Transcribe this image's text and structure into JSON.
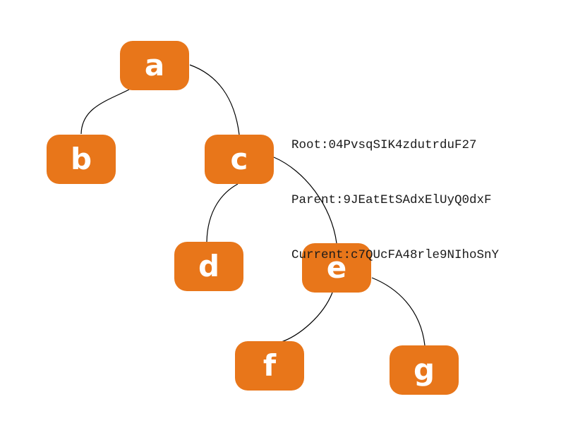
{
  "info": {
    "lines": [
      "Root:04PvsqSIK4zdutrduF27",
      "Parent:9JEatEtSAdxElUyQ0dxF",
      "Current:c7QUcFA48rle9NIhoSnY"
    ]
  },
  "tree": {
    "nodes": [
      {
        "id": "a",
        "label": "a"
      },
      {
        "id": "b",
        "label": "b"
      },
      {
        "id": "c",
        "label": "c"
      },
      {
        "id": "d",
        "label": "d"
      },
      {
        "id": "e",
        "label": "e"
      },
      {
        "id": "f",
        "label": "f"
      },
      {
        "id": "g",
        "label": "g"
      }
    ],
    "edges": [
      {
        "from": "a",
        "to": "b"
      },
      {
        "from": "a",
        "to": "c"
      },
      {
        "from": "c",
        "to": "d"
      },
      {
        "from": "c",
        "to": "e"
      },
      {
        "from": "e",
        "to": "f"
      },
      {
        "from": "e",
        "to": "g"
      }
    ]
  },
  "colors": {
    "background": "#ffffff",
    "node_fill": "#e8761a",
    "node_text": "#ffffff",
    "edge": "#000000",
    "info_text": "#1a1a1a"
  }
}
